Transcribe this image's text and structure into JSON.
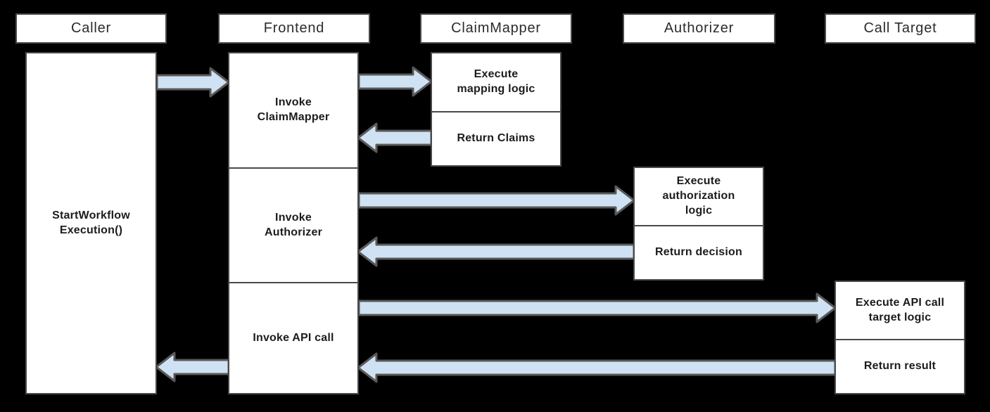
{
  "lanes": [
    {
      "label": "Caller"
    },
    {
      "label": "Frontend"
    },
    {
      "label": "ClaimMapper"
    },
    {
      "label": "Authorizer"
    },
    {
      "label": "Call Target"
    }
  ],
  "caller": {
    "activation_label": "StartWorkflow Execution()"
  },
  "frontend": {
    "segments": [
      {
        "label": "Invoke ClaimMapper"
      },
      {
        "label": "Invoke Authorizer"
      },
      {
        "label": "Invoke API call"
      }
    ]
  },
  "claim_mapper": {
    "segments": [
      {
        "label": "Execute mapping logic"
      },
      {
        "label": "Return Claims"
      }
    ]
  },
  "authorizer": {
    "segments": [
      {
        "label": "Execute authorization logic"
      },
      {
        "label": "Return decision"
      }
    ]
  },
  "call_target": {
    "segments": [
      {
        "label": "Execute API call target logic"
      },
      {
        "label": "Return result"
      }
    ]
  },
  "flows": [
    {
      "from": "Caller",
      "to": "Frontend"
    },
    {
      "from": "Frontend",
      "to": "ClaimMapper"
    },
    {
      "from": "ClaimMapper",
      "to": "Frontend"
    },
    {
      "from": "Frontend",
      "to": "Authorizer"
    },
    {
      "from": "Authorizer",
      "to": "Frontend"
    },
    {
      "from": "Frontend",
      "to": "Call Target"
    },
    {
      "from": "Call Target",
      "to": "Frontend"
    },
    {
      "from": "Frontend",
      "to": "Caller"
    }
  ],
  "colors": {
    "background": "#000000",
    "box_fill": "#ffffff",
    "box_border": "#4a4a4a",
    "arrow_fill": "#cfe2f3",
    "arrow_stroke": "#595959",
    "text": "#1c1c1c"
  }
}
